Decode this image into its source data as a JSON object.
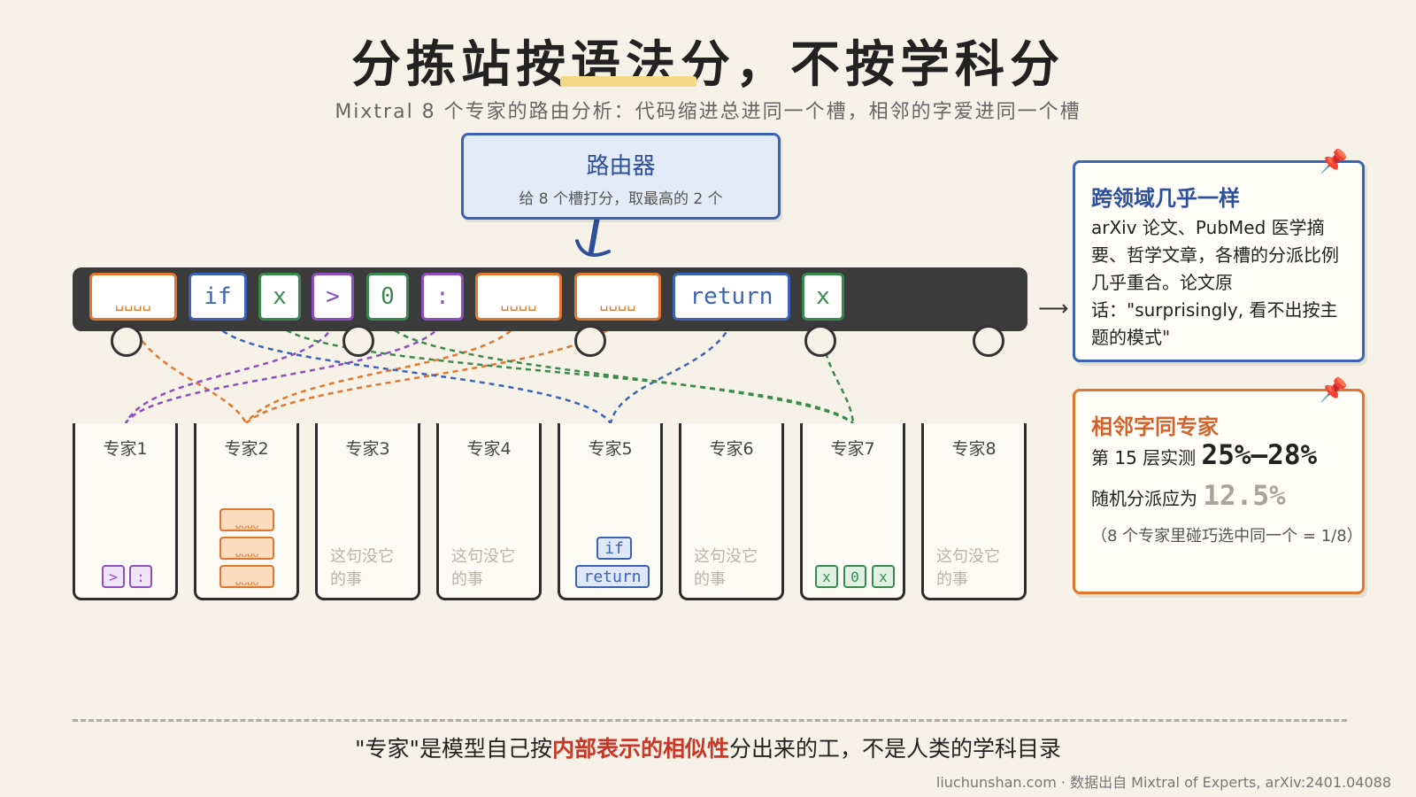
{
  "title": "分拣站按语法分，不按学科分",
  "subtitle": "Mixtral 8 个专家的路由分析：代码缩进总进同一个槽，相邻的字爱进同一个槽",
  "router": {
    "title": "路由器",
    "desc": "给 8 个槽打分，取最高的 2 个"
  },
  "tokens": [
    "␣␣␣␣",
    "if",
    "x",
    ">",
    "0",
    ":",
    "␣␣␣␣",
    "␣␣␣␣",
    "return",
    "x"
  ],
  "experts": {
    "labels": [
      "专家1",
      "专家2",
      "专家3",
      "专家4",
      "专家5",
      "专家6",
      "专家7",
      "专家8"
    ],
    "empty_line1": "这句没它",
    "empty_line2": "的事",
    "chips": {
      "e1": [
        ">",
        ":"
      ],
      "e2": [
        "␣␣␣␣",
        "␣␣␣␣",
        "␣␣␣␣"
      ],
      "e5": [
        "if",
        "return"
      ],
      "e7": [
        "x",
        "0",
        "x"
      ]
    }
  },
  "note_domain": {
    "title": "跨领域几乎一样",
    "body": "arXiv 论文、PubMed 医学摘要、哲学文章，各槽的分派比例几乎重合。论文原话：\"surprisingly, 看不出按主题的模式\""
  },
  "note_adjacent": {
    "title": "相邻字同专家",
    "measured_label": "第 15 层实测",
    "measured_value": "25%–28%",
    "random_label": "随机分派应为",
    "random_value": "12.5%",
    "note": "（8 个专家里碰巧选中同一个 = 1/8）"
  },
  "footer": {
    "pre": "\"专家\"是模型自己按",
    "highlight": "内部表示的相似性",
    "post": "分出来的工，不是人类的学科目录"
  },
  "credit": "liuchunshan.com · 数据出自 Mixtral of Experts, arXiv:2401.04088",
  "colors": {
    "whitespace": "#e2762f",
    "keyword": "#3b63b7",
    "variable": "#3a8a4e",
    "operator": "#8d4fc0",
    "highlight": "#c83728"
  }
}
